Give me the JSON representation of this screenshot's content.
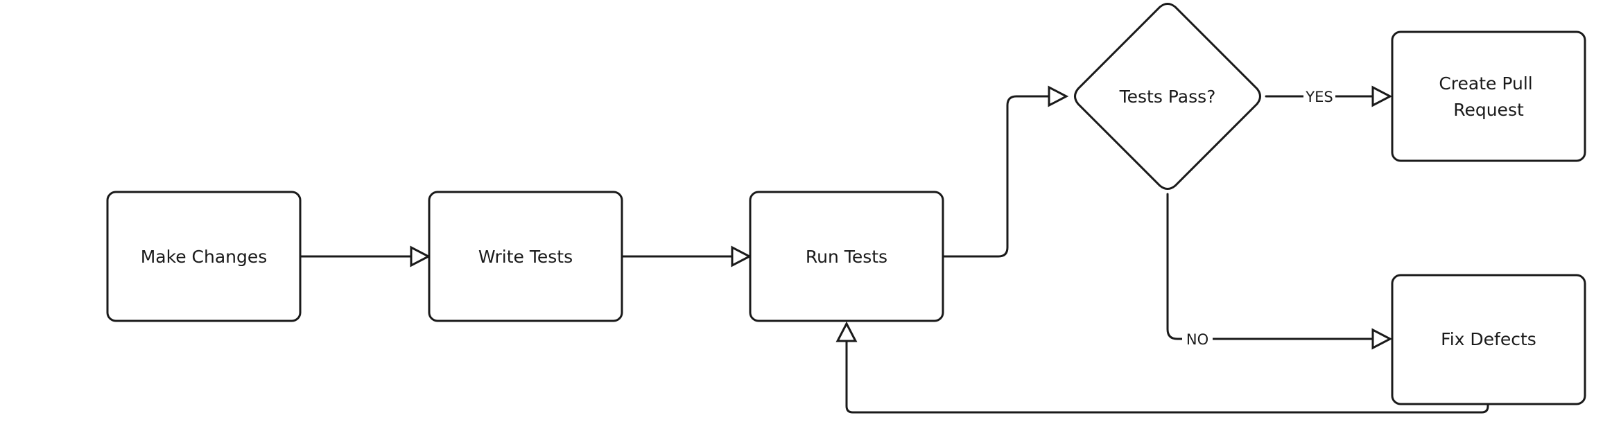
{
  "diagram": {
    "nodes": {
      "make_changes": "Make Changes",
      "write_tests": "Write Tests",
      "run_tests": "Run Tests",
      "tests_pass": "Tests Pass?",
      "create_pr_line1": "Create Pull",
      "create_pr_line2": "Request",
      "fix_defects": "Fix Defects"
    },
    "edge_labels": {
      "yes": "YES",
      "no": "NO"
    }
  },
  "colors": {
    "stroke": "#1a1a1a",
    "background": "#ffffff"
  }
}
